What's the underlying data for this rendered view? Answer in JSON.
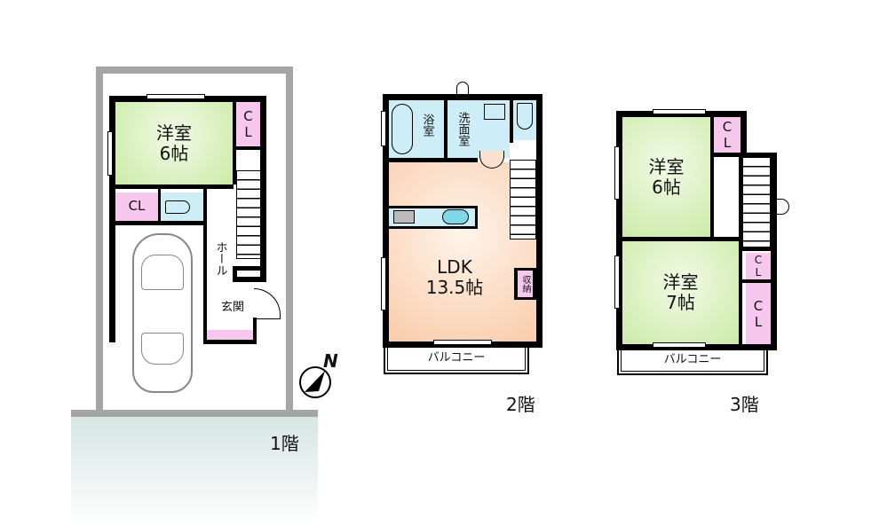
{
  "floors": [
    {
      "label": "1階",
      "rooms": {
        "western": {
          "name": "洋室",
          "size": "6帖"
        },
        "closet_right": "CL",
        "closet_bottom": "CL",
        "hall": "ホール",
        "entrance": "玄関"
      }
    },
    {
      "label": "2階",
      "rooms": {
        "bath": "浴室",
        "washroom": "洗面室",
        "ldk": {
          "name": "LDK",
          "size": "13.5帖"
        },
        "storage": "収納",
        "balcony": "バルコニー"
      }
    },
    {
      "label": "3階",
      "rooms": {
        "western_a": {
          "name": "洋室",
          "size": "6帖"
        },
        "western_b": {
          "name": "洋室",
          "size": "7帖"
        },
        "closet_a": "CL",
        "closet_b": "CL",
        "closet_c": "CL",
        "balcony": "バルコニー"
      }
    }
  ],
  "compass": {
    "letter": "N"
  },
  "colors": {
    "bedroom": "#cdeaa8",
    "ldk": "#f9ccaa",
    "wet_area": "#cdeef7",
    "closet": "#f7c7ee",
    "lot_line": "#a5a5a5",
    "road": "#d6e6e3"
  }
}
